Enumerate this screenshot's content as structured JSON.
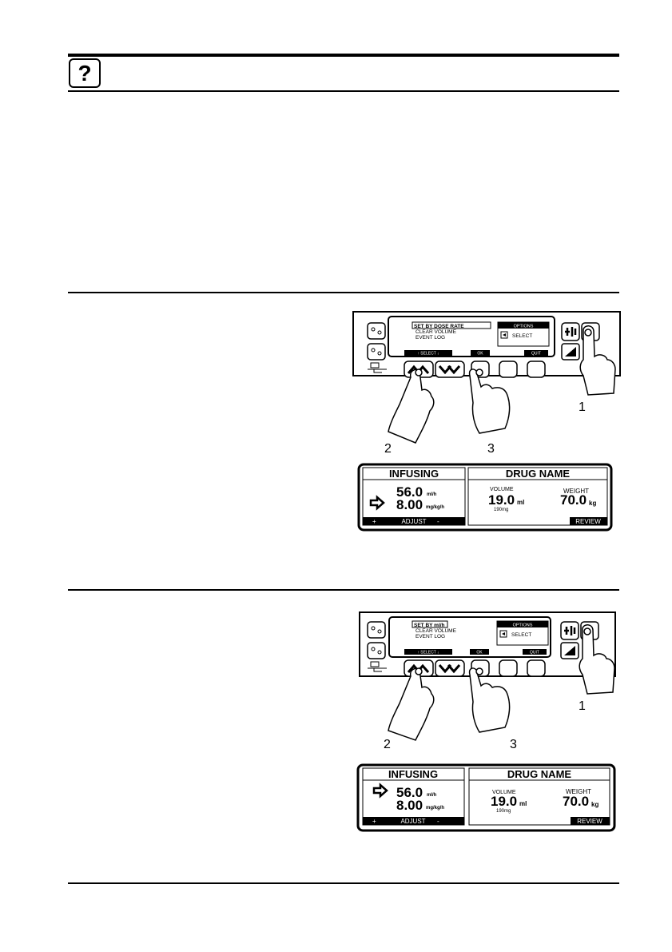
{
  "header": {
    "help_icon_glyph": "?"
  },
  "section1": {
    "pump": {
      "menu_items": [
        "SET BY DOSE RATE",
        "CLEAR VOLUME",
        "EVENT LOG"
      ],
      "options_title": "OPTIONS",
      "options_select": "SELECT",
      "softkey_select": "↑ SELECT ↓",
      "softkey_ok": "OK",
      "softkey_quit": "QUIT"
    },
    "callouts": {
      "c1": "1",
      "c2": "2",
      "c3": "3"
    },
    "display": {
      "status": "INFUSING",
      "rate_value": "56.0",
      "rate_unit": "ml/h",
      "dose_value": "8.00",
      "dose_unit": "mg/kg/h",
      "adjust_plus": "+",
      "adjust_label": "ADJUST",
      "adjust_minus": "-",
      "drug_name": "DRUG NAME",
      "volume_label": "VOLUME",
      "volume_value": "19.0",
      "volume_unit": "ml",
      "volume_mg": "190mg",
      "weight_label": "WEIGHT",
      "weight_value": "70.0",
      "weight_unit": "kg",
      "review_label": "REVIEW"
    }
  },
  "section2": {
    "pump": {
      "menu_items": [
        "SET BY ml/h",
        "CLEAR VOLUME",
        "EVENT LOG"
      ],
      "options_title": "OPTIONS",
      "options_select": "SELECT",
      "softkey_select": "↑ SELECT ↓",
      "softkey_ok": "OK",
      "softkey_quit": "QUIT"
    },
    "callouts": {
      "c1": "1",
      "c2": "2",
      "c3": "3"
    },
    "display": {
      "status": "INFUSING",
      "rate_value": "56.0",
      "rate_unit": "ml/h",
      "dose_value": "8.00",
      "dose_unit": "mg/kg/h",
      "adjust_plus": "+",
      "adjust_label": "ADJUST",
      "adjust_minus": "-",
      "drug_name": "DRUG NAME",
      "volume_label": "VOLUME",
      "volume_value": "19.0",
      "volume_unit": "ml",
      "volume_mg": "190mg",
      "weight_label": "WEIGHT",
      "weight_value": "70.0",
      "weight_unit": "kg",
      "review_label": "REVIEW"
    }
  }
}
